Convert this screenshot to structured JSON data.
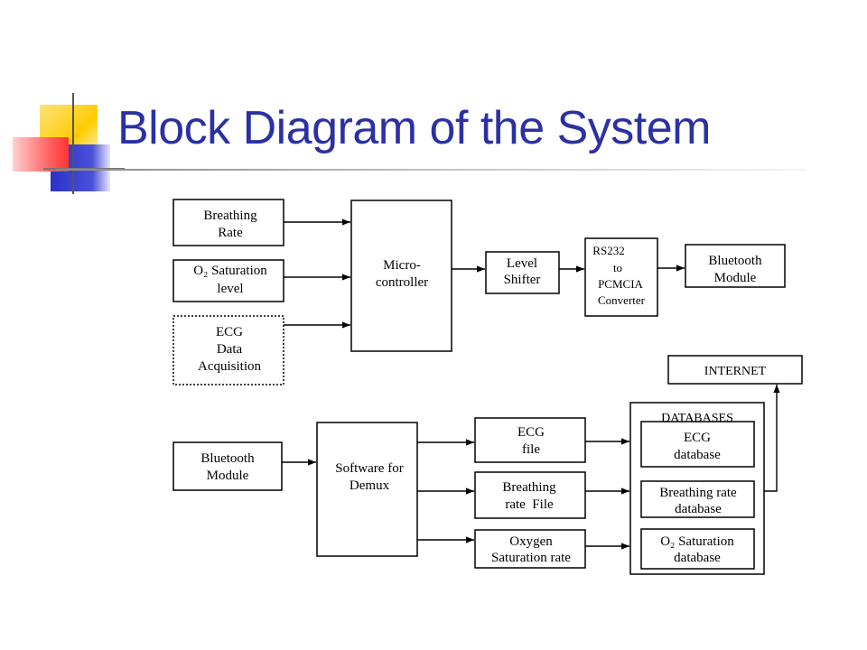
{
  "slide": {
    "title": "Block Diagram of the System"
  },
  "colors": {
    "title": "#2b31a3",
    "accent_yellow": "#ffd21a",
    "accent_blue": "#2b31c8",
    "accent_red": "#ff4a4a"
  },
  "diagram": {
    "transmitter": {
      "breathing_rate": [
        "Breathing",
        "Rate"
      ],
      "o2_saturation": [
        "O₂ Saturation",
        "level"
      ],
      "ecg_acquisition": [
        "ECG",
        "Data",
        "Acquisition"
      ],
      "microcontroller": [
        "Micro-",
        "controller"
      ],
      "level_shifter": [
        "Level",
        "Shifter"
      ],
      "converter": [
        "RS232",
        "to",
        "PCMCIA",
        "Converter"
      ],
      "bluetooth_module": [
        "Bluetooth",
        "Module"
      ]
    },
    "receiver": {
      "bluetooth_module": [
        "Bluetooth",
        "Module"
      ],
      "software_demux": [
        "Software for",
        "Demux"
      ],
      "ecg_file": [
        "ECG",
        "file"
      ],
      "breathing_file": [
        "Breathing",
        "rate  File"
      ],
      "oxygen_file": [
        "Oxygen",
        "Saturation rate"
      ],
      "databases_label": "DATABASES",
      "ecg_database": [
        "ECG",
        "database"
      ],
      "breathing_database": [
        "Breathing rate",
        "database"
      ],
      "o2_database": [
        "O₂ Saturation",
        "database"
      ],
      "internet": "INTERNET"
    }
  }
}
